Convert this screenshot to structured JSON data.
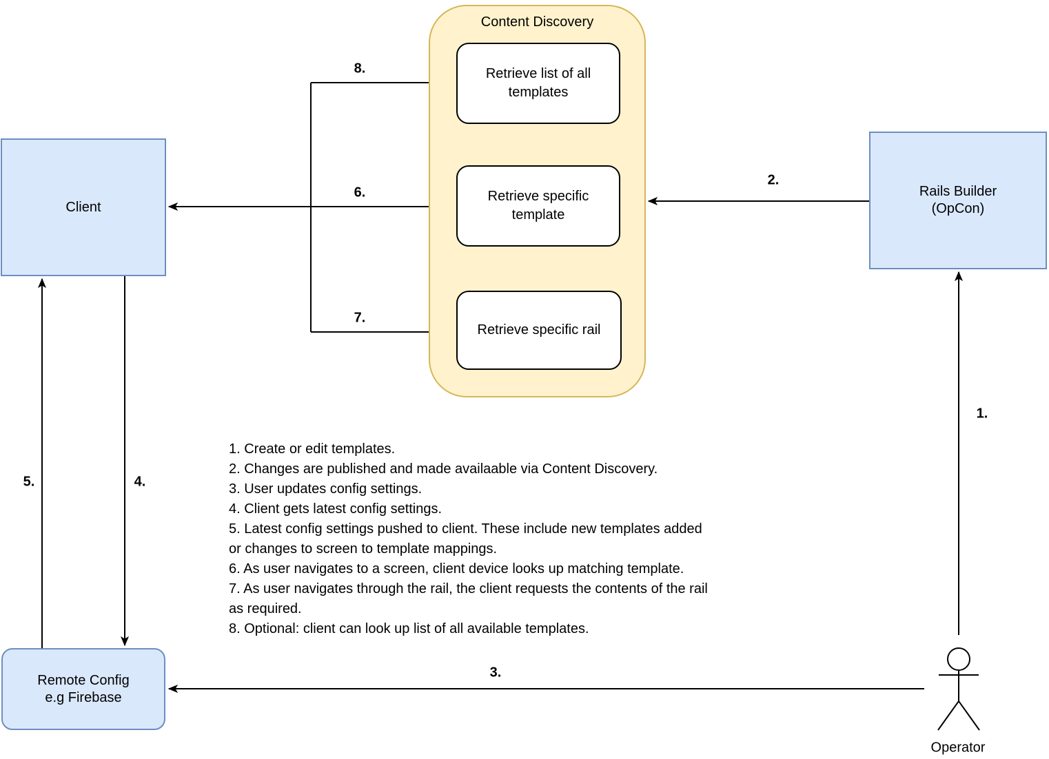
{
  "nodes": {
    "client": {
      "label": "Client"
    },
    "rails_builder": {
      "line1": "Rails Builder",
      "line2": "(OpCon)"
    },
    "remote_config": {
      "line1": "Remote Config",
      "line2": "e.g Firebase"
    },
    "operator": {
      "label": "Operator"
    }
  },
  "content_discovery": {
    "title": "Content Discovery",
    "items": [
      "Retrieve list of all templates",
      "Retrieve specific template",
      "Retrieve specific rail"
    ]
  },
  "arrows": {
    "a1": {
      "label": "1.",
      "from": "Operator",
      "to": "Rails Builder (OpCon)"
    },
    "a2": {
      "label": "2.",
      "from": "Rails Builder (OpCon)",
      "to": "Content Discovery"
    },
    "a3": {
      "label": "3.",
      "from": "Operator",
      "to": "Remote Config e.g Firebase"
    },
    "a4": {
      "label": "4.",
      "from": "Client",
      "to": "Remote Config e.g Firebase"
    },
    "a5": {
      "label": "5.",
      "from": "Remote Config e.g Firebase",
      "to": "Client"
    },
    "a6": {
      "label": "6.",
      "from": "Client",
      "to": "Retrieve specific template"
    },
    "a7": {
      "label": "7.",
      "from": "Client",
      "to": "Retrieve specific rail"
    },
    "a8": {
      "label": "8.",
      "from": "Client",
      "to": "Retrieve list of all templates"
    }
  },
  "notes": {
    "lines": [
      "1. Create or edit templates.",
      "2. Changes are published and made availaable via Content Discovery.",
      "3. User updates config settings.",
      "4. Client gets latest config settings.",
      "5. Latest config settings pushed to client. These include new templates added",
      "or changes to screen to template mappings.",
      "6. As user navigates to a screen, client device looks up matching template.",
      "7. As user navigates through the rail, the client requests the contents of the rail",
      "as required.",
      "8. Optional: client can look up list of all available templates."
    ]
  },
  "colors": {
    "node_fill": "#dae8fc",
    "node_stroke": "#6c8ebf",
    "group_fill": "#fff2cc",
    "group_stroke": "#d6b656",
    "subnode_fill": "#ffffff",
    "line": "#000000",
    "text": "#000000"
  }
}
